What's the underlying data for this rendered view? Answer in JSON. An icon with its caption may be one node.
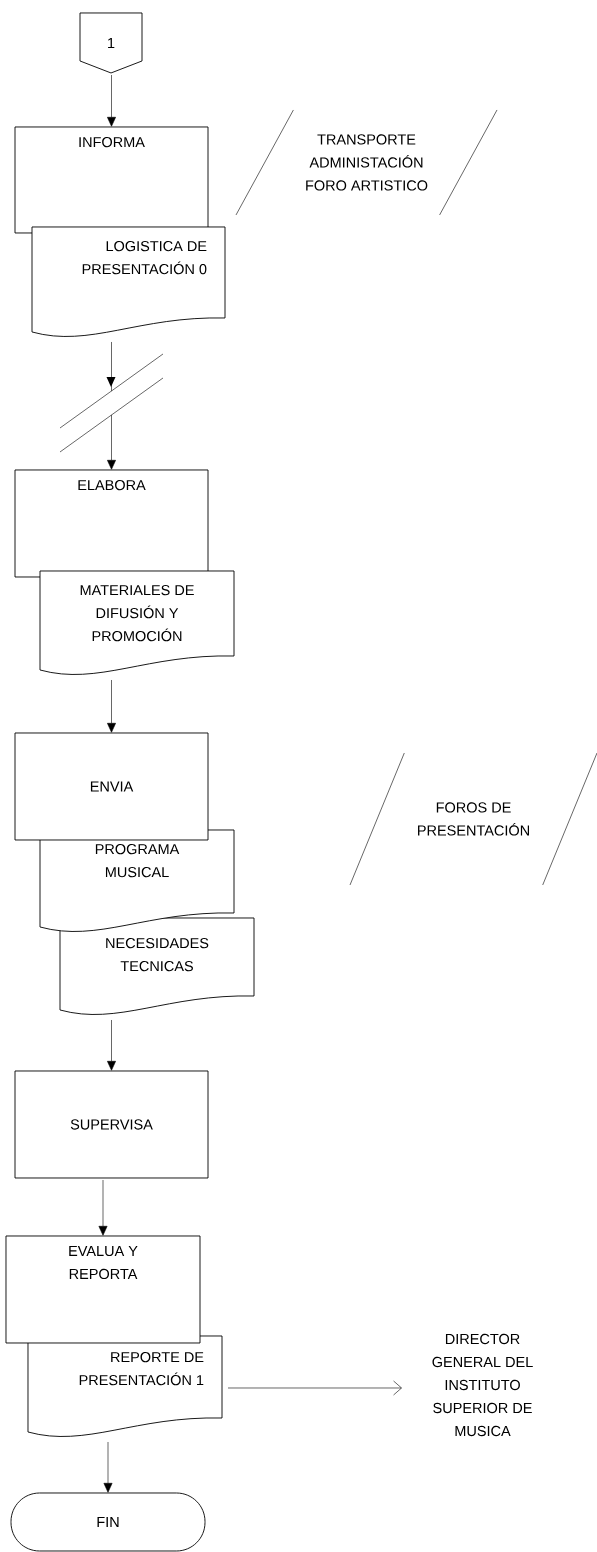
{
  "diagram": {
    "nodes": [
      {
        "text": [
          "1"
        ]
      },
      {
        "text": [
          "INFORMA"
        ]
      },
      {
        "text": [
          "LOGISTICA DE PRESENTACIÓN 0"
        ]
      },
      {
        "text": [
          "TRANSPORTE ADMINISTACIÓN FORO ARTISTICO"
        ]
      },
      {
        "text": [
          "ELABORA"
        ]
      },
      {
        "text": [
          "MATERIALES DE DIFUSIÓN Y PROMOCIÓN"
        ]
      },
      {
        "text": [
          "ENVIA"
        ]
      },
      {
        "text": [
          "PROGRAMA MUSICAL"
        ]
      },
      {
        "text": [
          "NECESIDADES TECNICAS"
        ]
      },
      {
        "text": [
          "FOROS DE PRESENTACIÓN"
        ]
      },
      {
        "text": [
          "SUPERVISA"
        ]
      },
      {
        "text": [
          "EVALUA Y REPORTA"
        ]
      },
      {
        "text": [
          "REPORTE DE PRESENTACIÓN 1"
        ]
      },
      {
        "text": [
          "DIRECTOR GENERAL DEL INSTITUTO SUPERIOR DE MUSICA"
        ]
      },
      {
        "text": [
          "FIN"
        ]
      }
    ],
    "edges": [
      {
        "from": 0,
        "to": 1,
        "arrow": "to"
      },
      {
        "from": 2,
        "to": 4,
        "arrow": "to"
      },
      {
        "from": 5,
        "to": 6,
        "arrow": "to"
      },
      {
        "from": 8,
        "to": 10,
        "arrow": "to"
      },
      {
        "from": 10,
        "to": 11,
        "arrow": "to"
      },
      {
        "from": 12,
        "to": 13,
        "arrow": "to"
      },
      {
        "from": 12,
        "to": 14,
        "arrow": "to"
      }
    ]
  }
}
